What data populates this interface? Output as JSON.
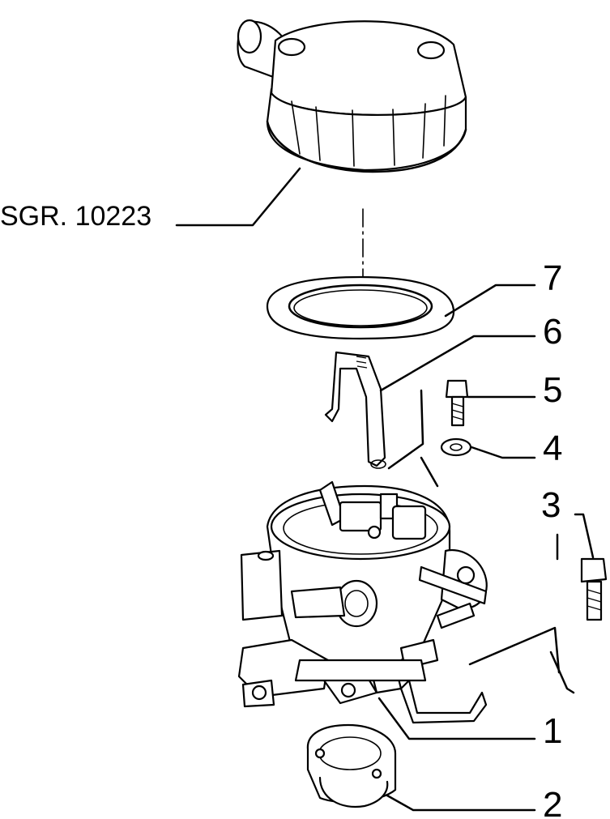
{
  "diagram": {
    "reference_label": "SGR. 10223",
    "callouts": [
      "1",
      "2",
      "3",
      "4",
      "5",
      "6",
      "7"
    ]
  },
  "colors": {
    "ink": "#000000",
    "paper": "#ffffff"
  }
}
